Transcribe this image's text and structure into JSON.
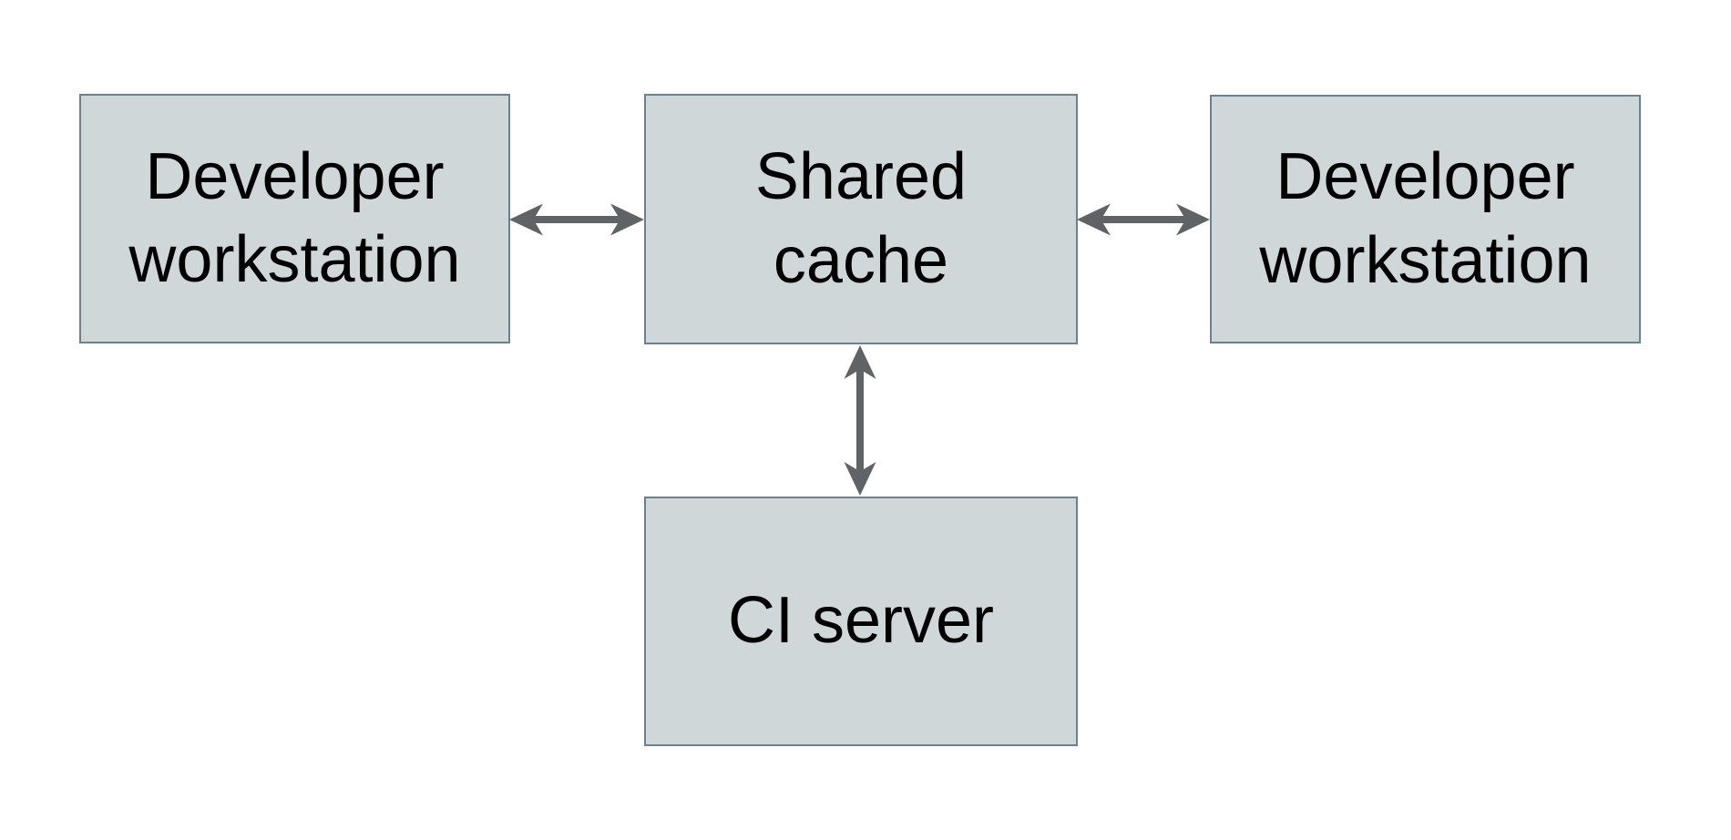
{
  "colors": {
    "background": "#ffffff",
    "node_fill": "#d0d7d9",
    "node_border": "#68828f",
    "arrow": "#606366",
    "text": "#000000"
  },
  "nodes": {
    "dev_left": {
      "id": "developer-workstation-left",
      "label": "Developer\nworkstation"
    },
    "shared_cache": {
      "id": "shared-cache",
      "label": "Shared\ncache"
    },
    "dev_right": {
      "id": "developer-workstation-right",
      "label": "Developer\nworkstation"
    },
    "ci_server": {
      "id": "ci-server",
      "label": "CI server"
    }
  },
  "edges": [
    {
      "from": "developer-workstation-left",
      "to": "shared-cache",
      "type": "bidirectional"
    },
    {
      "from": "shared-cache",
      "to": "developer-workstation-right",
      "type": "bidirectional"
    },
    {
      "from": "shared-cache",
      "to": "ci-server",
      "type": "bidirectional"
    }
  ]
}
